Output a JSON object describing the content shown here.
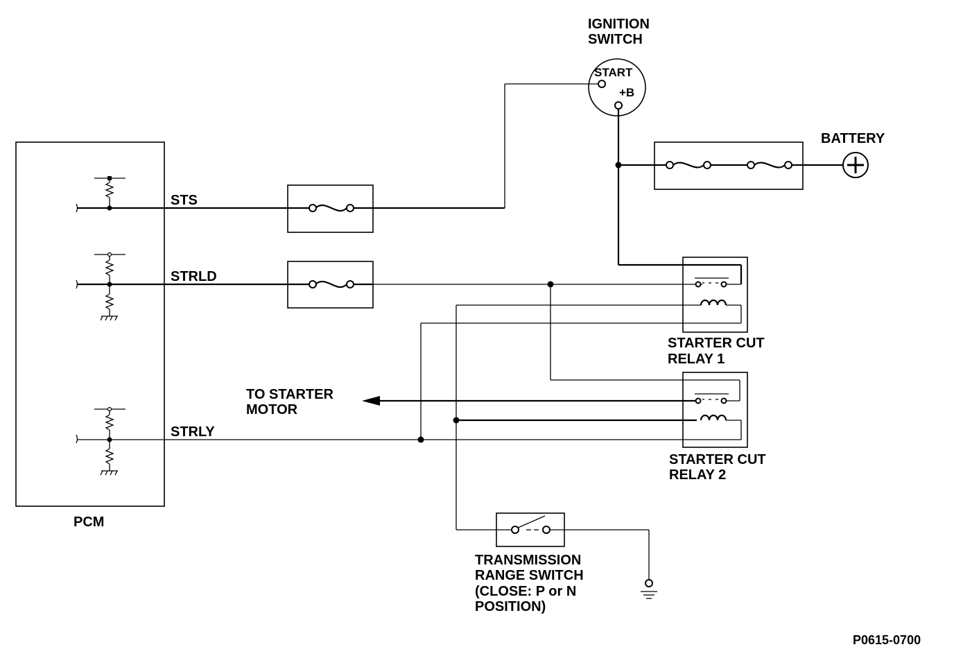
{
  "labels": {
    "ignition_switch_line1": "IGNITION",
    "ignition_switch_line2": "SWITCH",
    "start_terminal": "START",
    "battery_terminal": "+B",
    "battery": "BATTERY",
    "sts": "STS",
    "strld": "STRLD",
    "strly": "STRLY",
    "relay1_line1": "STARTER CUT",
    "relay1_line2": "RELAY 1",
    "relay2_line1": "STARTER CUT",
    "relay2_line2": "RELAY 2",
    "starter_line1": "TO STARTER",
    "starter_line2": "MOTOR",
    "pcm": "PCM",
    "trs_line1": "TRANSMISSION",
    "trs_line2": "RANGE SWITCH",
    "trs_line3": "(CLOSE: P or N",
    "trs_line4": "POSITION)",
    "figure_code": "P0615-0700"
  },
  "colors": {
    "line": "#000000",
    "background": "#ffffff"
  },
  "icons": {
    "battery_symbol": "plus-circle-icon",
    "fuse_symbol": "fuse-icon",
    "relay_coil_symbol": "coil-icon",
    "ground_symbol": "ground-icon"
  }
}
